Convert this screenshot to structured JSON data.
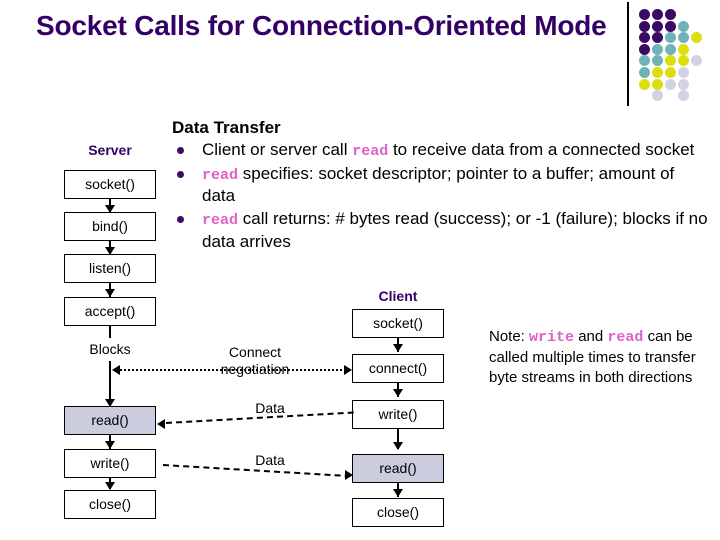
{
  "slide": {
    "title": "Socket Calls for Connection-Oriented Mode",
    "title_color": "#330066"
  },
  "logo": {
    "name": "dot-grid-logo",
    "colors": {
      "purple": "#3b0a63",
      "teal": "#6fb3b8",
      "yellow": "#dede0e",
      "lavender": "#d2d2e4"
    },
    "rows": 8,
    "cols": 5
  },
  "data_transfer": {
    "heading": "Data Transfer",
    "bullets": [
      {
        "parts": [
          {
            "t": "text",
            "v": "Client or server call  "
          },
          {
            "t": "code",
            "v": "read"
          },
          {
            "t": "text",
            "v": " to receive data from a connected socket"
          }
        ]
      },
      {
        "parts": [
          {
            "t": "code",
            "v": "read"
          },
          {
            "t": "text",
            "v": " specifies: socket descriptor; pointer to a buffer; amount of data"
          }
        ]
      },
      {
        "parts": [
          {
            "t": "code",
            "v": "read"
          },
          {
            "t": "text",
            "v": " call returns: # bytes read (success); or -1 (failure); blocks if no data arrives"
          }
        ]
      }
    ]
  },
  "server_column": {
    "header": "Server",
    "boxes": [
      {
        "label": "socket()",
        "highlight": false
      },
      {
        "label": "bind()",
        "highlight": false
      },
      {
        "label": "listen()",
        "highlight": false
      },
      {
        "label": "accept()",
        "highlight": false
      },
      {
        "label": "read()",
        "highlight": true
      },
      {
        "label": "write()",
        "highlight": false
      },
      {
        "label": "close()",
        "highlight": false
      }
    ],
    "blocks_label": "Blocks"
  },
  "client_column": {
    "header": "Client",
    "boxes": [
      {
        "label": "socket()",
        "highlight": false
      },
      {
        "label": "connect()",
        "highlight": false
      },
      {
        "label": "write()",
        "highlight": false
      },
      {
        "label": "read()",
        "highlight": true
      },
      {
        "label": "close()",
        "highlight": false
      }
    ]
  },
  "network_labels": {
    "connect_line1": "Connect",
    "connect_line2": "negotiation",
    "data_1": "Data",
    "data_2": "Data"
  },
  "note": {
    "prefix": "Note:  ",
    "code1": "write",
    "mid": " and ",
    "code2": "read",
    "rest": " can be called multiple times to transfer byte streams in both directions"
  }
}
